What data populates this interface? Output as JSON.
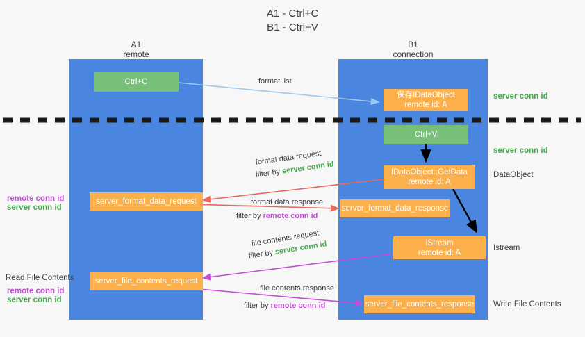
{
  "title": {
    "line1": "A1 - Ctrl+C",
    "line2": "B1 - Ctrl+V"
  },
  "colors": {
    "lane": "#4a86e0",
    "node_green": "#78c07a",
    "node_orange": "#fbb04c",
    "server_conn": "#45ab4e",
    "remote_conn": "#c34fd4",
    "background": "#f7f7f7",
    "arrow_blue": "#9ec9ef",
    "arrow_red": "#e8695b",
    "arrow_magenta": "#c34fd4",
    "arrow_black": "#000000"
  },
  "lanes": [
    {
      "title": "A1",
      "subtitle": "remote"
    },
    {
      "title": "B1",
      "subtitle": "connection"
    }
  ],
  "nodes": [
    {
      "id": "ctrl-c",
      "label": "Ctrl+C",
      "sub": ""
    },
    {
      "id": "save-idataobject",
      "label": "保存IDataObject",
      "sub": "remote id: A"
    },
    {
      "id": "ctrl-v",
      "label": "Ctrl+V",
      "sub": ""
    },
    {
      "id": "idataobject-getdata",
      "label": "IDataObject::GetData",
      "sub": "remote id: A"
    },
    {
      "id": "server-format-data-request",
      "label": "server_format_data_request",
      "sub": ""
    },
    {
      "id": "server-format-data-response",
      "label": "server_format_data_response",
      "sub": ""
    },
    {
      "id": "istream",
      "label": "IStream",
      "sub": "remote id: A"
    },
    {
      "id": "server-file-contents-request",
      "label": "server_file_contents_request",
      "sub": ""
    },
    {
      "id": "server-file-contents-response",
      "label": "server_file_contents_response",
      "sub": ""
    }
  ],
  "flows": [
    {
      "id": "format-list",
      "label": "format list",
      "filter_prefix": "",
      "filter_value": ""
    },
    {
      "id": "format-data-request",
      "label": "format data request",
      "filter_prefix": "filter by ",
      "filter_value": "server conn id"
    },
    {
      "id": "format-data-response",
      "label": "format data response",
      "filter_prefix": "filter by ",
      "filter_value": "remote conn id"
    },
    {
      "id": "file-contents-request",
      "label": "file contents request",
      "filter_prefix": "filter by ",
      "filter_value": "server conn id"
    },
    {
      "id": "file-contents-response",
      "label": "file contents response",
      "filter_prefix": "filter by ",
      "filter_value": "remote conn id"
    }
  ],
  "right_labels": [
    {
      "id": "server-conn-id-top",
      "text": "server conn id",
      "kind": "green"
    },
    {
      "id": "server-conn-id-mid",
      "text": "server conn id",
      "kind": "green"
    },
    {
      "id": "dataobject",
      "text": "DataObject",
      "kind": "plain"
    },
    {
      "id": "istream-label",
      "text": "Istream",
      "kind": "plain"
    },
    {
      "id": "write-file-contents",
      "text": "Write File Contents",
      "kind": "plain"
    }
  ],
  "left_labels": [
    {
      "id": "remote-conn-id-mid",
      "text": "remote conn id",
      "kind": "magenta"
    },
    {
      "id": "server-conn-id-mid-left",
      "text": "server conn id",
      "kind": "green"
    },
    {
      "id": "read-file-contents",
      "text": "Read File Contents",
      "kind": "plain"
    },
    {
      "id": "remote-conn-id-low",
      "text": "remote conn id",
      "kind": "magenta"
    },
    {
      "id": "server-conn-id-low",
      "text": "server conn id",
      "kind": "green"
    }
  ]
}
